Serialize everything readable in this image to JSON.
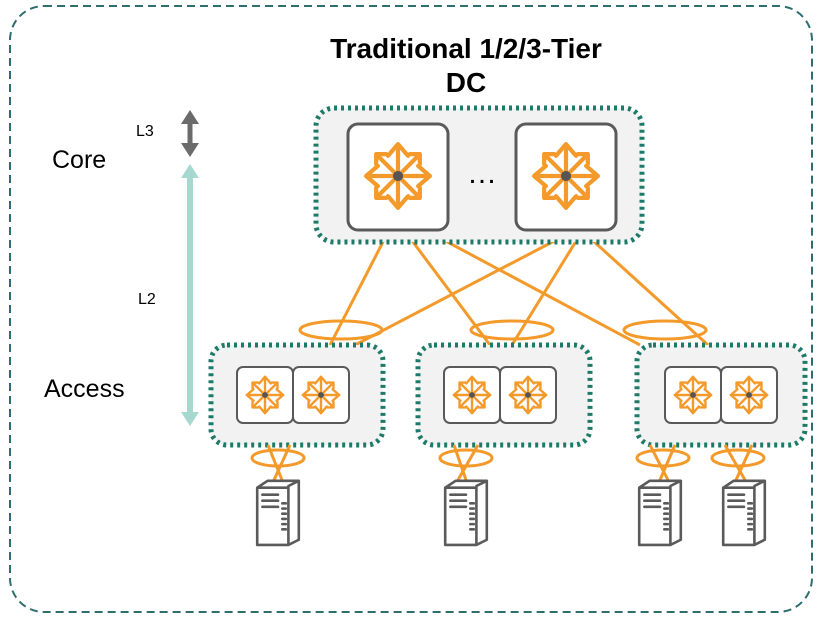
{
  "title": {
    "line1": "Traditional 1/2/3-Tier",
    "line2": "DC"
  },
  "layers": {
    "core": "Core",
    "access": "Access",
    "l3": "L3",
    "l2": "L2"
  },
  "core_group": {
    "ellipsis": "…"
  },
  "colors": {
    "frame_border": "#2e6e6e",
    "group_border": "#1e7a68",
    "link": "#f39a2b",
    "switch_icon": "#f39a2b",
    "l3_arrow": "#6b6b6b",
    "l2_arrow": "#a6d8cf"
  },
  "icons": {
    "core_switch": "router-switch-icon",
    "access_switch": "router-switch-icon",
    "server": "server-icon"
  },
  "counts": {
    "core_switches": 2,
    "access_groups": 3,
    "servers": 4
  }
}
